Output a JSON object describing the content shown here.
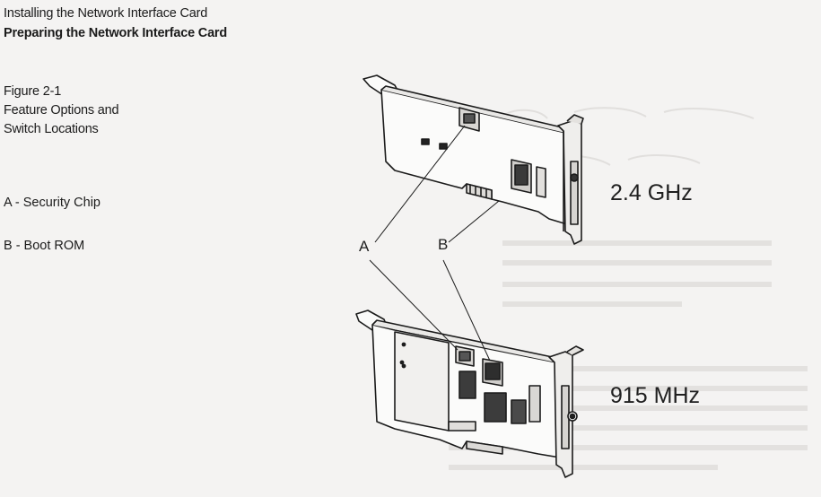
{
  "header": {
    "chapter": "Installing the Network Interface Card",
    "section": "Preparing the Network Interface Card"
  },
  "figure": {
    "number": "Figure 2-1",
    "caption_line1": "Feature Options and",
    "caption_line2": "Switch Locations"
  },
  "legend": {
    "a": "A - Security Chip",
    "b": "B - Boot ROM"
  },
  "callouts": {
    "a": "A",
    "b": "B"
  },
  "cards": {
    "top_label": "2.4 GHz",
    "bottom_label": "915 MHz"
  }
}
